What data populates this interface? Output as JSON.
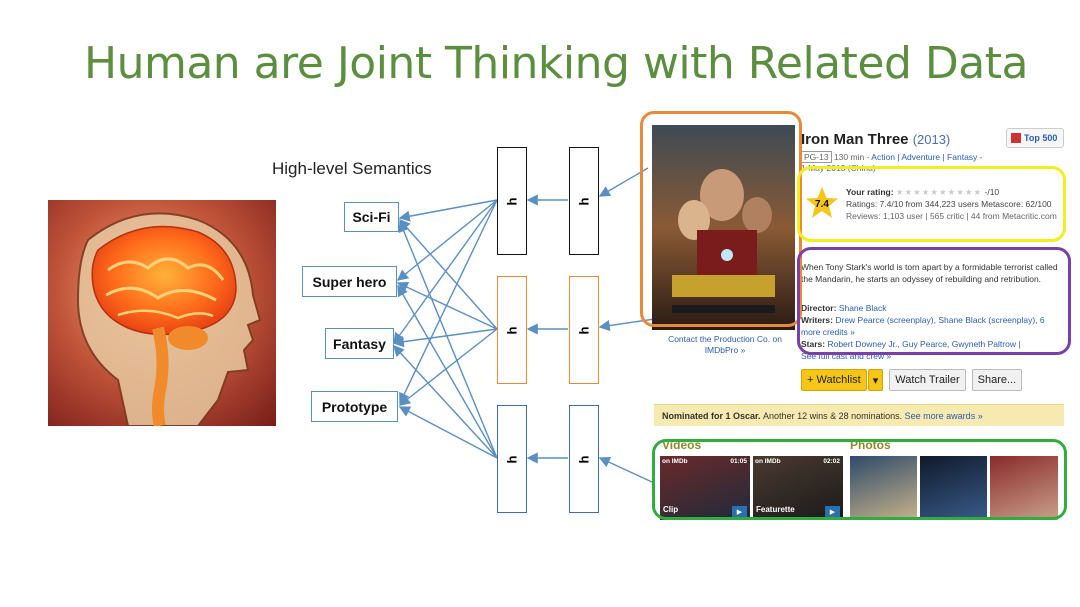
{
  "title": "Human are Joint Thinking with Related Data",
  "semantics_label": "High-level Semantics",
  "semantic_nodes": [
    "Sci-Fi",
    "Super hero",
    "Fantasy",
    "Prototype"
  ],
  "hidden_node_label": "h",
  "colors": {
    "title": "#5b8f3f",
    "arrow": "#5a8fc4",
    "poster_frame": "#e8893a",
    "rating_frame": "#f2ef1c",
    "description_frame": "#7a3fa8",
    "media_frame": "#2fad3f"
  },
  "imdb": {
    "movie_title": "Iron Man Three",
    "year": "(2013)",
    "top_badge": "Top 500",
    "cert": "PG-13",
    "runtime": "130 min",
    "genres": "Action | Adventure | Fantasy",
    "genre_sep": " - ",
    "release": "1 May 2013 (China)",
    "poster_caption": "Contact the Production Co. on IMDbPro »",
    "rating_value": "7.4",
    "your_rating_label": "Your rating:",
    "your_rating_stars": "★★★★★★★★★★",
    "your_rating_suffix": "-/10",
    "ratings_line": "Ratings: 7.4/10 from 344,223 users  Metascore: 62/100",
    "reviews_line": "Reviews: 1,103 user | 565 critic | 44 from Metacritic.com",
    "description": "When Tony Stark's world is torn apart by a formidable terrorist called the Mandarin, he starts an odyssey of rebuilding and retribution.",
    "director_label": "Director:",
    "director": "Shane Black",
    "writers_label": "Writers:",
    "writers": "Drew Pearce (screenplay), Shane Black (screenplay), 6 more credits »",
    "stars_label": "Stars:",
    "stars": "Robert Downey Jr., Guy Pearce, Gwyneth Paltrow |",
    "see_full_cast": "See full cast and crew »",
    "watchlist_button": "+ Watchlist",
    "watchlist_dropdown": "▾",
    "trailer_button": "Watch Trailer",
    "share_button": "Share...",
    "nominations_bold": "Nominated for 1 Oscar.",
    "nominations_rest": "Another 12 wins & 28 nominations.",
    "see_more_awards": "See more awards »",
    "videos_label": "Videos",
    "photos_label": "Photos",
    "video_thumbs": [
      {
        "tag": "on IMDb",
        "duration": "01:05",
        "caption": "Clip"
      },
      {
        "tag": "on IMDb",
        "duration": "02:02",
        "caption": "Featurette"
      }
    ]
  }
}
